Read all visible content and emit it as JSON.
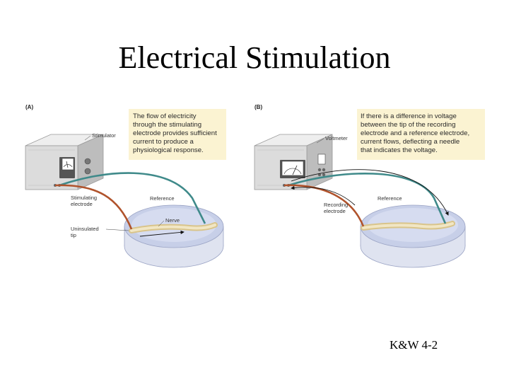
{
  "slide": {
    "title": "Electrical Stimulation",
    "credit": "K&W 4-2"
  },
  "panel_a": {
    "letter": "(A)",
    "caption": [
      "The flow of electricity",
      "through the stimulating",
      "electrode provides sufficient",
      "current to produce a",
      "physiological response."
    ],
    "labels": {
      "device": "Stimulator",
      "reference": "Reference",
      "electrode": [
        "Stimulating",
        "electrode"
      ],
      "nerve": "Nerve",
      "tip": [
        "Uninsulated",
        "tip"
      ]
    }
  },
  "panel_b": {
    "letter": "(B)",
    "caption": [
      "If there is a difference in voltage",
      "between the tip of the recording",
      "electrode and a reference electrode,",
      "current flows, deflecting a needle",
      "that indicates the voltage."
    ],
    "labels": {
      "device": "Voltmeter",
      "reference": "Reference",
      "electrode": [
        "Recording",
        "electrode"
      ]
    }
  },
  "colors": {
    "caption_box": "#fbf3d2",
    "reference_wire": "#3f8a8a",
    "electrode_wire": "#b0532c",
    "dish_liquid": "#c7cfe8",
    "nerve": "#e8d7a3",
    "device_body": "#dcdcdc"
  }
}
